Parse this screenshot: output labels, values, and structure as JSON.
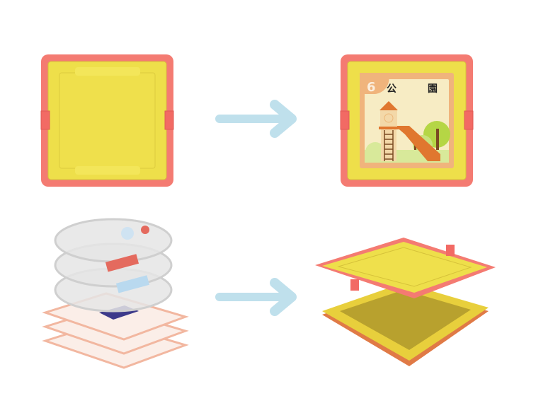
{
  "card": {
    "number": "6",
    "char_left": "公",
    "char_right": "園"
  },
  "colors": {
    "frame_pink": "#f47b72",
    "tray_yellow": "#eedf4a",
    "arrow_blue": "#bfe0ec",
    "card_orange": "#f0b47c",
    "card_cream": "#f7ecc4",
    "slide_orange": "#e0772f",
    "tree_green": "#b5d645"
  }
}
